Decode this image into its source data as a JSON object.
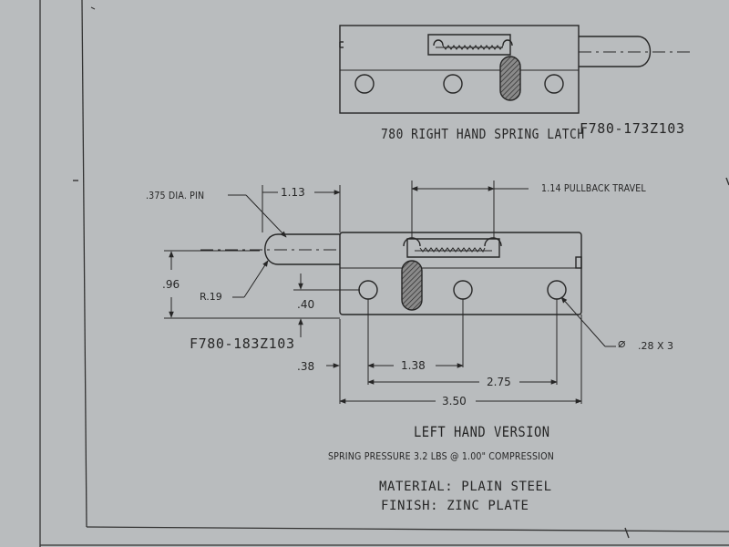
{
  "title_top": "780 RIGHT HAND SPRING LATCH",
  "part_top": "F780-173Z103",
  "part_left": "F780-183Z103",
  "title_bottom": "LEFT HAND VERSION",
  "spring_note": "SPRING PRESSURE   3.2 LBS @ 1.00\" COMPRESSION",
  "material": "MATERIAL:  PLAIN STEEL",
  "finish": "FINISH:  ZINC PLATE",
  "callouts": {
    "pin": ".375 DIA. PIN",
    "radius": "R.19",
    "holes": ".28 X 3",
    "pullback": "1.14 PULLBACK TRAVEL"
  },
  "dims": {
    "pin_length": "1.13",
    "height": ".96",
    "hole_offset": ".40",
    "edge_offset": ".38",
    "hole_pitch": "1.38",
    "hole_span": "2.75",
    "overall": "3.50"
  },
  "diameter_symbol": "⌀",
  "colors": {
    "paper": "#b9bcbe",
    "ink": "#262626"
  }
}
